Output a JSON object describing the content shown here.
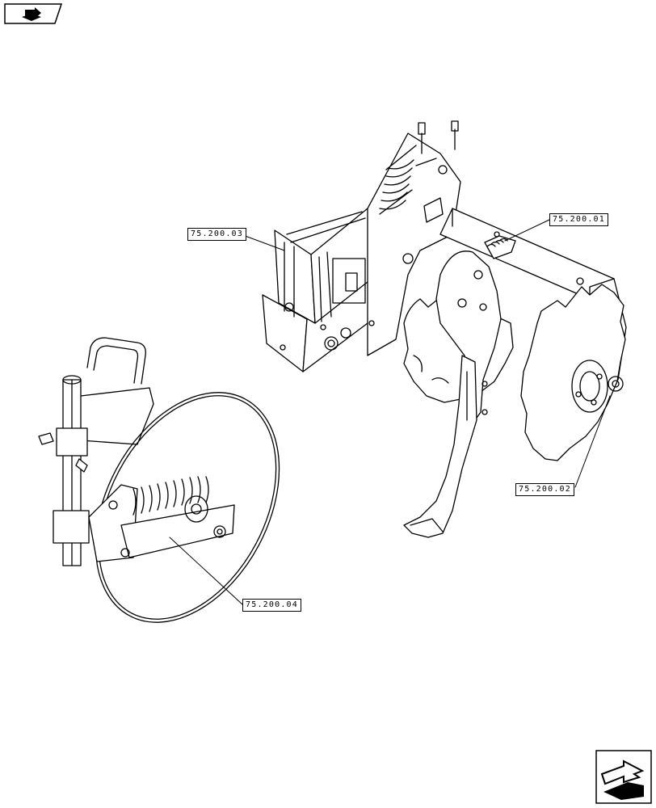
{
  "nav": {
    "back_icon": "book-arrow-icon",
    "next_icon": "page-arrow-icon"
  },
  "callouts": {
    "ref_a": "75.200.03",
    "ref_b": "75.200.01",
    "ref_c": "75.200.02",
    "ref_d": "75.200.04"
  },
  "colors": {
    "line": "#000000",
    "background": "#ffffff"
  }
}
